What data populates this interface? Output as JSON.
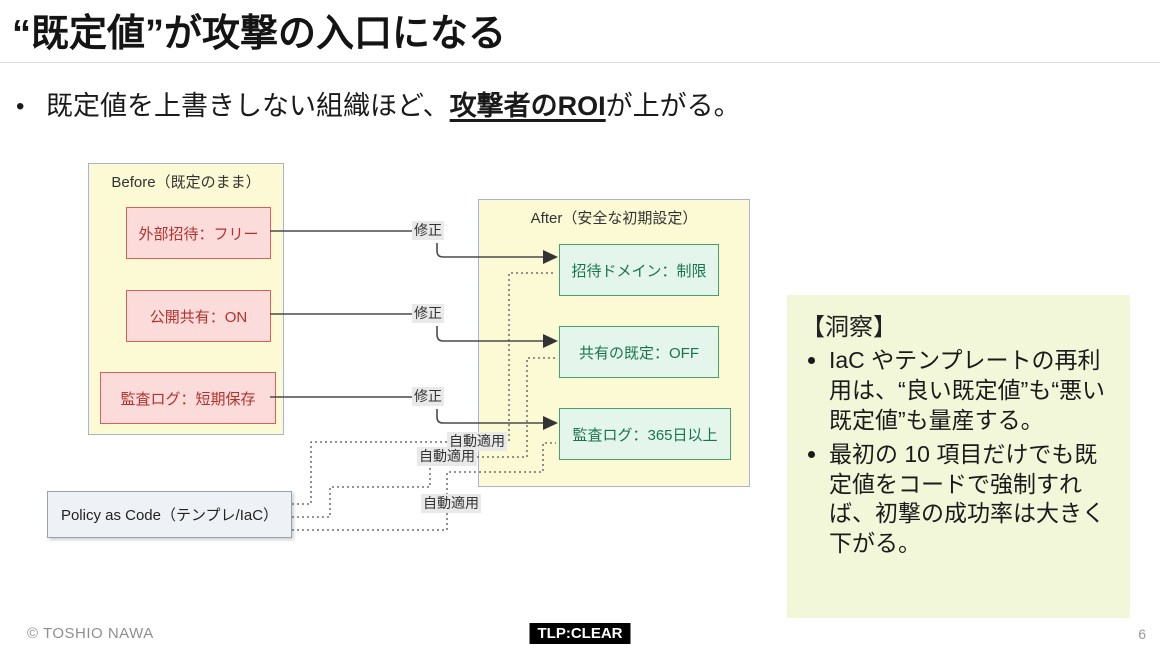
{
  "slide": {
    "title": "“既定値”が攻撃の入口になる",
    "bullet_marker": "•",
    "point": {
      "pre": "既定値を上書きしない組織ほど、",
      "emphasis": "攻撃者のROI",
      "post": "が上がる。"
    }
  },
  "diagram": {
    "before": {
      "label": "Before（既定のまま）",
      "items": [
        "外部招待：フリー",
        "公開共有：ON",
        "監査ログ：短期保存"
      ]
    },
    "after": {
      "label": "After（安全な初期設定）",
      "items": [
        "招待ドメイン：制限",
        "共有の既定：OFF",
        "監査ログ：365日以上"
      ]
    },
    "policy_box": "Policy as Code（テンプレ/IaC）",
    "fix_label": "修正",
    "auto_apply_label": "自動適用"
  },
  "insight": {
    "title": "【洞察】",
    "bullets": [
      "IaC やテンプレートの再利用は、“良い既定値”も“悪い既定値”も量産する。",
      "最初の 10 項目だけでも既定値をコードで強制すれば、初撃の成功率は大きく下がる。"
    ]
  },
  "footer": {
    "copyright": "© TOSHIO NAWA",
    "tlp": "TLP:CLEAR",
    "page": "6"
  },
  "colors": {
    "container_fill": "#fcf9d5",
    "container_border": "#a9b2dd",
    "bad_fill": "#fbdcdb",
    "bad_border": "#dc5f59",
    "bad_text": "#b5312c",
    "good_fill": "#e4f6ec",
    "good_border": "#46a26c",
    "good_text": "#18744b",
    "chip_bg": "#e9e9e9",
    "policy_fill": "#eef1f6",
    "insight_bg": "#f3f7d9",
    "tlp_bg": "#000000",
    "line": "#4a4a4a"
  }
}
